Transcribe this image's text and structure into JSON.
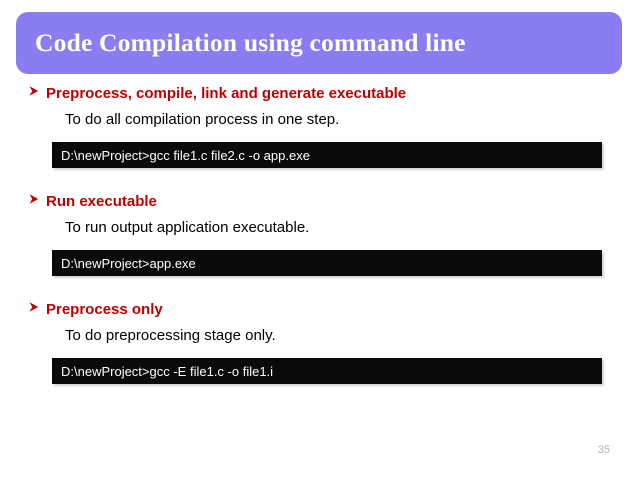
{
  "slide": {
    "title": "Code Compilation using command line",
    "page_number": "35",
    "colors": {
      "banner_background": "#8a7df2",
      "title_text": "#ffffff",
      "bullet_heading": "#c00000",
      "body_text": "#000000",
      "console_background": "#0a0a0a",
      "console_text": "#ffffff",
      "page_number": "#b3b3b3"
    },
    "bullet_glyph": "arrow-triangle-icon",
    "sections": [
      {
        "heading": "Preprocess, compile, link and generate executable",
        "description": "To do all compilation process in one step.",
        "command": "D:\\newProject>gcc file1.c file2.c -o app.exe"
      },
      {
        "heading": "Run executable",
        "description": "To run output application executable.",
        "command": "D:\\newProject>app.exe"
      },
      {
        "heading": "Preprocess only",
        "description": "To do preprocessing stage only.",
        "command": "D:\\newProject>gcc -E file1.c -o file1.i"
      }
    ]
  }
}
